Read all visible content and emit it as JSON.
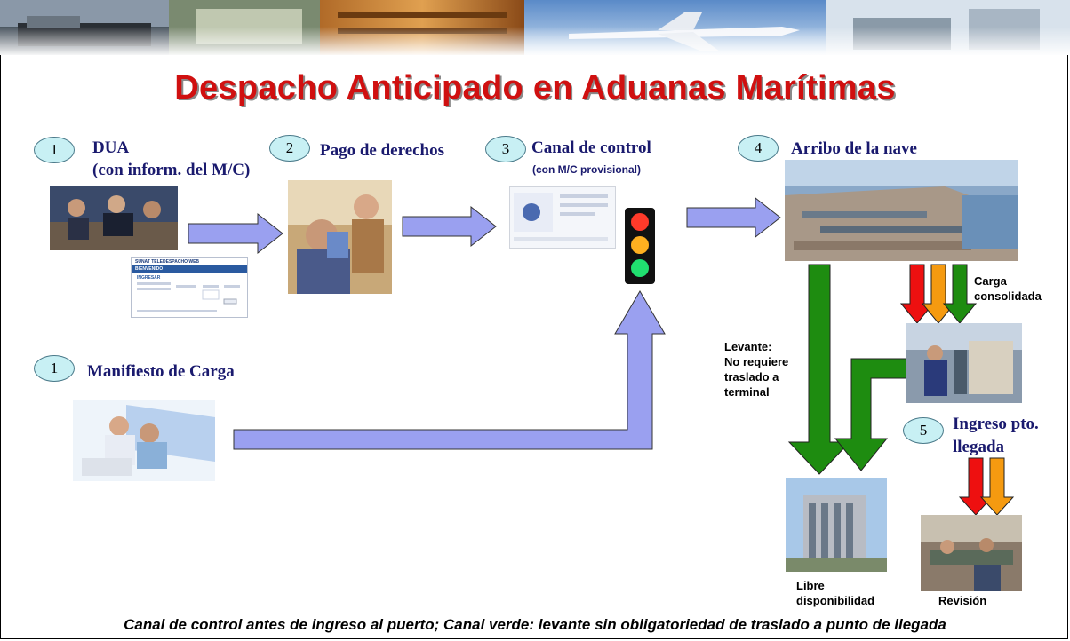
{
  "title": "Despacho Anticipado en Aduanas Marítimas",
  "steps": {
    "dua": {
      "number": "1",
      "line1": "DUA",
      "line2": "(con inform. del M/C)"
    },
    "pago": {
      "number": "2",
      "label": "Pago de derechos"
    },
    "canal": {
      "number": "3",
      "label": "Canal de control",
      "sub": "(con M/C provisional)"
    },
    "arribo": {
      "number": "4",
      "label": "Arribo de la nave"
    },
    "manifiesto": {
      "number": "1",
      "label": "Manifiesto de Carga"
    },
    "ingreso": {
      "number": "5",
      "line1": "Ingreso pto.",
      "line2": "llegada"
    }
  },
  "screenshot": {
    "brand": "SUNAT TELEDESPACHO WEB",
    "welcome": "BIENVENIDO",
    "section": "INGRESAR"
  },
  "notes": {
    "carga": [
      "Carga",
      "consolidada"
    ],
    "levante": [
      "Levante:",
      "No requiere",
      "traslado a",
      "terminal"
    ],
    "libre": [
      "Libre",
      "disponibilidad"
    ],
    "revision": "Revisión"
  },
  "footer": "Canal de control antes de ingreso al puerto; Canal verde: levante sin obligatoriedad de traslado a punto de llegada",
  "colors": {
    "title": "#d01010",
    "label": "#1a1a6e",
    "badge": "#c8f0f4",
    "flow_arrow": "#9aa0f0",
    "green": "#1e8c10",
    "red": "#ee1010",
    "orange": "#f59a10"
  }
}
